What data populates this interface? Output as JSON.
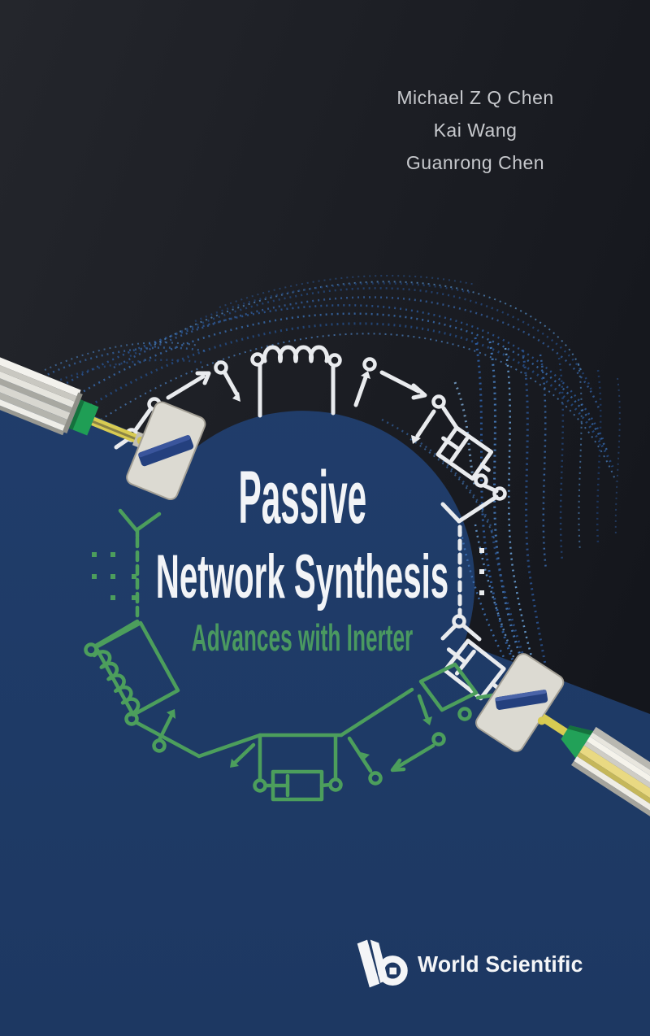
{
  "cover": {
    "authors": [
      "Michael Z Q Chen",
      "Kai Wang",
      "Guanrong Chen"
    ],
    "title": {
      "line1": "Passive",
      "line2": "Network Synthesis"
    },
    "subtitle": "Advances with Inerter",
    "publisher": {
      "logo_icon": "world-scientific-logo-icon",
      "name": "World Scientific"
    },
    "artwork": {
      "motifs": [
        "particle-mesh-swirl",
        "circuit-ring-white-top",
        "circuit-ring-green-bottom",
        "inerter-device-left",
        "inerter-device-right",
        "navy-diagonal-panel"
      ],
      "colors": {
        "background_dark": "#1c1f26",
        "panel_navy": "#1e3a66",
        "title_white": "#f2f4f7",
        "subtitle_green": "#4a9960",
        "author_gray": "#c7c9cd",
        "circuit_white": "#e9ebee",
        "circuit_green": "#4c9e5c",
        "mesh_blue_bright": "#6fa9e4",
        "mesh_blue_dark": "#24497e",
        "device_green": "#22a158",
        "device_yellow": "#d8cb52"
      }
    }
  }
}
